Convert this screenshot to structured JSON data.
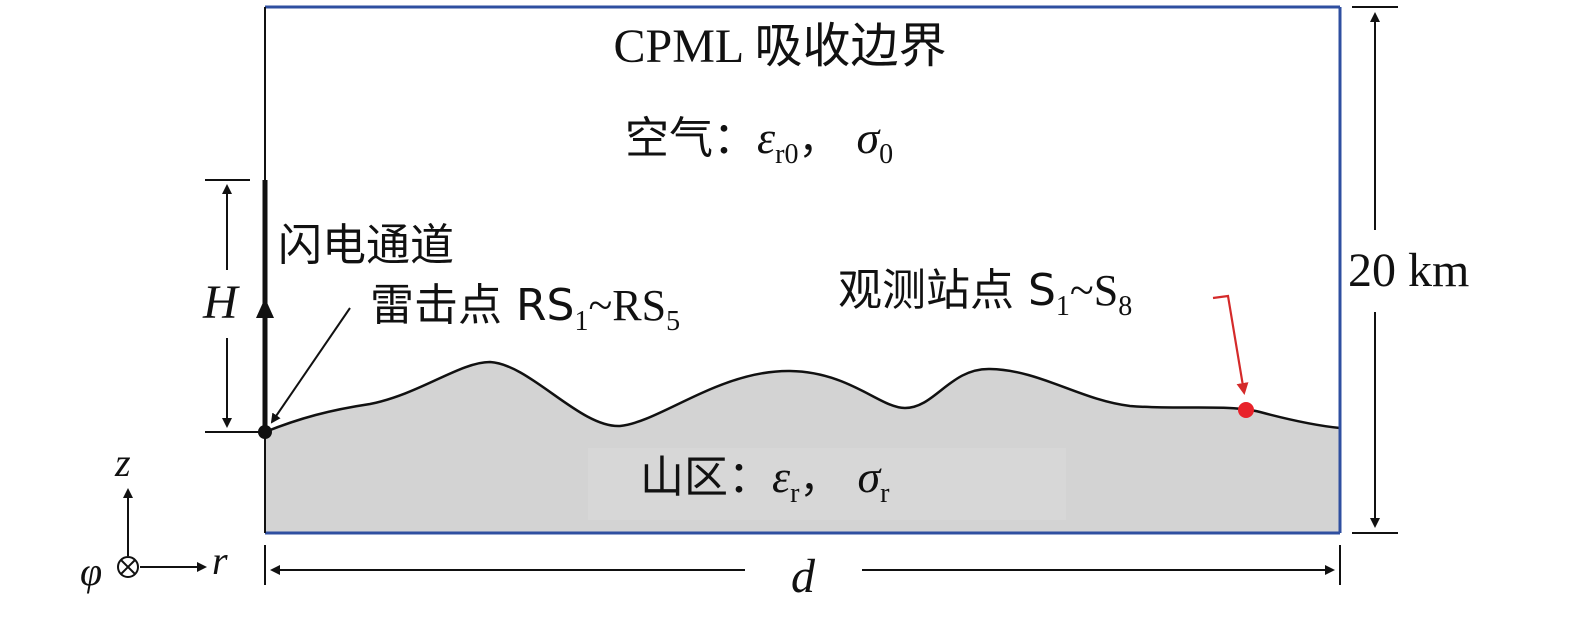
{
  "labels": {
    "boundary_title": "CPML 吸收边界",
    "air_label": "空气：",
    "air_eps_symbol": "ε",
    "air_eps_sub": "r0",
    "air_sep": "，",
    "air_sigma_symbol": "σ",
    "air_sigma_sub": "0",
    "channel_label": "闪电通道",
    "strike_label": "雷击点 RS",
    "strike_sub1": "1",
    "strike_tilde": "~RS",
    "strike_sub2": "5",
    "station_label": "观测站点 S",
    "station_sub1": "1",
    "station_tilde": "~S",
    "station_sub2": "8",
    "height_label": "H",
    "domain_height": "20 km",
    "mountain_label": "山区：",
    "mountain_eps_symbol": "ε",
    "mountain_eps_sub": "r",
    "mountain_sep": "，",
    "mountain_sigma_symbol": "σ",
    "mountain_sigma_sub": "r",
    "distance_label": "d",
    "axis_z": "z",
    "axis_r": "r",
    "axis_phi": "φ"
  },
  "colors": {
    "boundary": "#2f4fa0",
    "terrain_fill": "#d3d3d3",
    "station_marker": "#e8222a",
    "station_arrow": "#d42a2a",
    "ink": "#111111"
  }
}
